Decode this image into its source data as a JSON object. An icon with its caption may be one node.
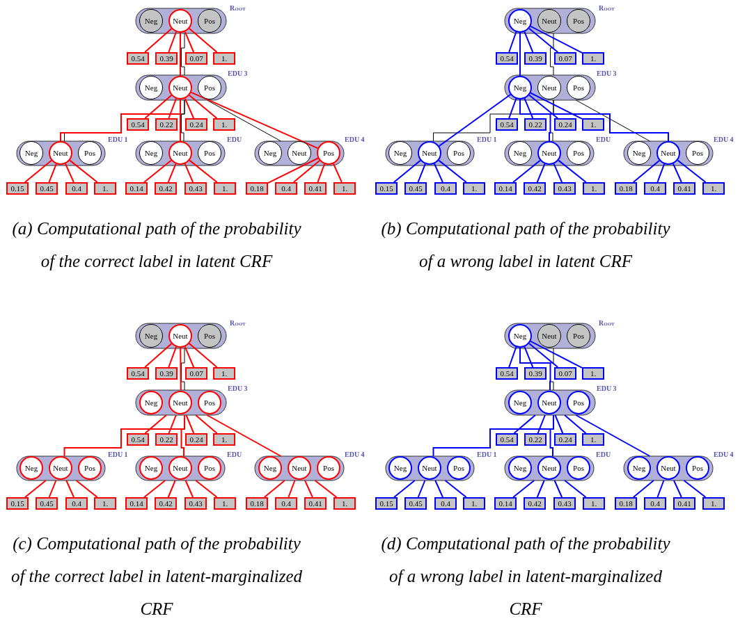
{
  "diagram": {
    "nodes": [
      {
        "text": [
          "Root"
        ]
      },
      {
        "text": [
          "Neg"
        ],
        "in": 0
      },
      {
        "text": [
          "Neut"
        ],
        "in": 0
      },
      {
        "text": [
          "Pos"
        ],
        "in": 0
      },
      {
        "text": [
          "0.54"
        ]
      },
      {
        "text": [
          "0.39"
        ]
      },
      {
        "text": [
          "0.07"
        ]
      },
      {
        "text": [
          "1."
        ]
      },
      {
        "text": [
          "EDU 3"
        ]
      },
      {
        "text": [
          "Neg"
        ],
        "in": 8
      },
      {
        "text": [
          "Neut"
        ],
        "in": 8
      },
      {
        "text": [
          "Pos"
        ],
        "in": 8
      },
      {
        "text": [
          "0.54"
        ]
      },
      {
        "text": [
          "0.22"
        ]
      },
      {
        "text": [
          "0.24"
        ]
      },
      {
        "text": [
          "1."
        ]
      },
      {
        "text": [
          "EDU 1"
        ]
      },
      {
        "text": [
          "Neg"
        ],
        "in": 16
      },
      {
        "text": [
          "Neut"
        ],
        "in": 16
      },
      {
        "text": [
          "Pos"
        ],
        "in": 16
      },
      {
        "text": [
          "EDU"
        ]
      },
      {
        "text": [
          "Neg"
        ],
        "in": 20
      },
      {
        "text": [
          "Neut"
        ],
        "in": 20
      },
      {
        "text": [
          "Pos"
        ],
        "in": 20
      },
      {
        "text": [
          "EDU 4"
        ]
      },
      {
        "text": [
          "Neg"
        ],
        "in": 24
      },
      {
        "text": [
          "Neut"
        ],
        "in": 24
      },
      {
        "text": [
          "Pos"
        ],
        "in": 24
      },
      {
        "text": [
          "0.15"
        ]
      },
      {
        "text": [
          "0.45"
        ]
      },
      {
        "text": [
          "0.4"
        ]
      },
      {
        "text": [
          "1."
        ]
      },
      {
        "text": [
          "0.14"
        ]
      },
      {
        "text": [
          "0.42"
        ]
      },
      {
        "text": [
          "0.43"
        ]
      },
      {
        "text": [
          "1."
        ]
      },
      {
        "text": [
          "0.18"
        ]
      },
      {
        "text": [
          "0.4"
        ]
      },
      {
        "text": [
          "0.41"
        ]
      },
      {
        "text": [
          "1."
        ]
      },
      {
        "text": [
          "Root"
        ]
      },
      {
        "text": [
          "Neg"
        ],
        "in": 40
      },
      {
        "text": [
          "Neut"
        ],
        "in": 40
      },
      {
        "text": [
          "Pos"
        ],
        "in": 40
      },
      {
        "text": [
          "0.54"
        ]
      },
      {
        "text": [
          "0.39"
        ]
      },
      {
        "text": [
          "0.07"
        ]
      },
      {
        "text": [
          "1."
        ]
      },
      {
        "text": [
          "EDU 3"
        ]
      },
      {
        "text": [
          "Neg"
        ],
        "in": 48
      },
      {
        "text": [
          "Neut"
        ],
        "in": 48
      },
      {
        "text": [
          "Pos"
        ],
        "in": 48
      },
      {
        "text": [
          "0.54"
        ]
      },
      {
        "text": [
          "0.22"
        ]
      },
      {
        "text": [
          "0.24"
        ]
      },
      {
        "text": [
          "1."
        ]
      },
      {
        "text": [
          "EDU 1"
        ]
      },
      {
        "text": [
          "Neg"
        ],
        "in": 56
      },
      {
        "text": [
          "Neut"
        ],
        "in": 56
      },
      {
        "text": [
          "Pos"
        ],
        "in": 56
      },
      {
        "text": [
          "EDU"
        ]
      },
      {
        "text": [
          "Neg"
        ],
        "in": 60
      },
      {
        "text": [
          "Neut"
        ],
        "in": 60
      },
      {
        "text": [
          "Pos"
        ],
        "in": 60
      },
      {
        "text": [
          "EDU 4"
        ]
      },
      {
        "text": [
          "Neg"
        ],
        "in": 64
      },
      {
        "text": [
          "Neut"
        ],
        "in": 64
      },
      {
        "text": [
          "Pos"
        ],
        "in": 64
      },
      {
        "text": [
          "0.15"
        ]
      },
      {
        "text": [
          "0.45"
        ]
      },
      {
        "text": [
          "0.4"
        ]
      },
      {
        "text": [
          "1."
        ]
      },
      {
        "text": [
          "0.14"
        ]
      },
      {
        "text": [
          "0.42"
        ]
      },
      {
        "text": [
          "0.43"
        ]
      },
      {
        "text": [
          "1."
        ]
      },
      {
        "text": [
          "0.18"
        ]
      },
      {
        "text": [
          "0.4"
        ]
      },
      {
        "text": [
          "0.41"
        ]
      },
      {
        "text": [
          "1."
        ]
      },
      {
        "text": [
          "Root"
        ]
      },
      {
        "text": [
          "Neg"
        ],
        "in": 80
      },
      {
        "text": [
          "Neut"
        ],
        "in": 80
      },
      {
        "text": [
          "Pos"
        ],
        "in": 80
      },
      {
        "text": [
          "0.54"
        ]
      },
      {
        "text": [
          "0.39"
        ]
      },
      {
        "text": [
          "0.07"
        ]
      },
      {
        "text": [
          "1."
        ]
      },
      {
        "text": [
          "EDU 3"
        ]
      },
      {
        "text": [
          "Neg"
        ],
        "in": 88
      },
      {
        "text": [
          "Neut"
        ],
        "in": 88
      },
      {
        "text": [
          "Pos"
        ],
        "in": 88
      },
      {
        "text": [
          "0.54"
        ]
      },
      {
        "text": [
          "0.22"
        ]
      },
      {
        "text": [
          "0.24"
        ]
      },
      {
        "text": [
          "1."
        ]
      },
      {
        "text": [
          "EDU 1"
        ]
      },
      {
        "text": [
          "Neg"
        ],
        "in": 96
      },
      {
        "text": [
          "Neut"
        ],
        "in": 96
      },
      {
        "text": [
          "Pos"
        ],
        "in": 96
      },
      {
        "text": [
          "EDU"
        ]
      },
      {
        "text": [
          "Neg"
        ],
        "in": 100
      },
      {
        "text": [
          "Neut"
        ],
        "in": 100
      },
      {
        "text": [
          "Pos"
        ],
        "in": 100
      },
      {
        "text": [
          "EDU 4"
        ]
      },
      {
        "text": [
          "Neg"
        ],
        "in": 104
      },
      {
        "text": [
          "Neut"
        ],
        "in": 104
      },
      {
        "text": [
          "Pos"
        ],
        "in": 104
      },
      {
        "text": [
          "0.15"
        ]
      },
      {
        "text": [
          "0.45"
        ]
      },
      {
        "text": [
          "0.4"
        ]
      },
      {
        "text": [
          "1."
        ]
      },
      {
        "text": [
          "0.14"
        ]
      },
      {
        "text": [
          "0.42"
        ]
      },
      {
        "text": [
          "0.43"
        ]
      },
      {
        "text": [
          "1."
        ]
      },
      {
        "text": [
          "0.18"
        ]
      },
      {
        "text": [
          "0.4"
        ]
      },
      {
        "text": [
          "0.41"
        ]
      },
      {
        "text": [
          "1."
        ]
      },
      {
        "text": [
          "Root"
        ]
      },
      {
        "text": [
          "Neg"
        ],
        "in": 120
      },
      {
        "text": [
          "Neut"
        ],
        "in": 120
      },
      {
        "text": [
          "Pos"
        ],
        "in": 120
      },
      {
        "text": [
          "0.54"
        ]
      },
      {
        "text": [
          "0.39"
        ]
      },
      {
        "text": [
          "0.07"
        ]
      },
      {
        "text": [
          "1."
        ]
      },
      {
        "text": [
          "EDU 3"
        ]
      },
      {
        "text": [
          "Neg"
        ],
        "in": 128
      },
      {
        "text": [
          "Neut"
        ],
        "in": 128
      },
      {
        "text": [
          "Pos"
        ],
        "in": 128
      },
      {
        "text": [
          "0.54"
        ]
      },
      {
        "text": [
          "0.22"
        ]
      },
      {
        "text": [
          "0.24"
        ]
      },
      {
        "text": [
          "1."
        ]
      },
      {
        "text": [
          "EDU 1"
        ]
      },
      {
        "text": [
          "Neg"
        ],
        "in": 136
      },
      {
        "text": [
          "Neut"
        ],
        "in": 136
      },
      {
        "text": [
          "Pos"
        ],
        "in": 136
      },
      {
        "text": [
          "EDU"
        ]
      },
      {
        "text": [
          "Neg"
        ],
        "in": 140
      },
      {
        "text": [
          "Neut"
        ],
        "in": 140
      },
      {
        "text": [
          "Pos"
        ],
        "in": 140
      },
      {
        "text": [
          "EDU 4"
        ]
      },
      {
        "text": [
          "Neg"
        ],
        "in": 144
      },
      {
        "text": [
          "Neut"
        ],
        "in": 144
      },
      {
        "text": [
          "Pos"
        ],
        "in": 144
      },
      {
        "text": [
          "0.15"
        ]
      },
      {
        "text": [
          "0.45"
        ]
      },
      {
        "text": [
          "0.4"
        ]
      },
      {
        "text": [
          "1."
        ]
      },
      {
        "text": [
          "0.14"
        ]
      },
      {
        "text": [
          "0.42"
        ]
      },
      {
        "text": [
          "0.43"
        ]
      },
      {
        "text": [
          "1."
        ]
      },
      {
        "text": [
          "0.18"
        ]
      },
      {
        "text": [
          "0.4"
        ]
      },
      {
        "text": [
          "0.41"
        ]
      },
      {
        "text": [
          "1."
        ]
      }
    ],
    "edges": [
      {
        "from": 0,
        "to": 8,
        "arrow": "none",
        "color": "#000000"
      },
      {
        "from": 8,
        "to": 16,
        "arrow": "none",
        "color": "#000000"
      },
      {
        "from": 8,
        "to": 20,
        "arrow": "none",
        "color": "#000000"
      },
      {
        "from": 8,
        "to": 24,
        "arrow": "none",
        "color": "#000000"
      },
      {
        "from": 2,
        "to": 10,
        "arrow": "none",
        "color": "#ff0000"
      },
      {
        "from": 10,
        "to": 18,
        "arrow": "none",
        "color": "#ff0000"
      },
      {
        "from": 10,
        "to": 22,
        "arrow": "none",
        "color": "#ff0000"
      },
      {
        "from": 10,
        "to": 27,
        "arrow": "none",
        "color": "#ff0000"
      },
      {
        "from": 2,
        "to": 4,
        "arrow": "none",
        "color": "#ff0000"
      },
      {
        "from": 2,
        "to": 5,
        "arrow": "none",
        "color": "#ff0000"
      },
      {
        "from": 2,
        "to": 6,
        "arrow": "none",
        "color": "#ff0000"
      },
      {
        "from": 2,
        "to": 7,
        "arrow": "none",
        "color": "#ff0000"
      },
      {
        "from": 10,
        "to": 12,
        "arrow": "none",
        "color": "#ff0000"
      },
      {
        "from": 10,
        "to": 13,
        "arrow": "none",
        "color": "#ff0000"
      },
      {
        "from": 10,
        "to": 14,
        "arrow": "none",
        "color": "#ff0000"
      },
      {
        "from": 10,
        "to": 15,
        "arrow": "none",
        "color": "#ff0000"
      },
      {
        "from": 18,
        "to": 28,
        "arrow": "none",
        "color": "#ff0000"
      },
      {
        "from": 18,
        "to": 29,
        "arrow": "none",
        "color": "#ff0000"
      },
      {
        "from": 18,
        "to": 30,
        "arrow": "none",
        "color": "#ff0000"
      },
      {
        "from": 18,
        "to": 31,
        "arrow": "none",
        "color": "#ff0000"
      },
      {
        "from": 22,
        "to": 32,
        "arrow": "none",
        "color": "#ff0000"
      },
      {
        "from": 22,
        "to": 33,
        "arrow": "none",
        "color": "#ff0000"
      },
      {
        "from": 22,
        "to": 34,
        "arrow": "none",
        "color": "#ff0000"
      },
      {
        "from": 22,
        "to": 35,
        "arrow": "none",
        "color": "#ff0000"
      },
      {
        "from": 27,
        "to": 36,
        "arrow": "none",
        "color": "#ff0000"
      },
      {
        "from": 27,
        "to": 37,
        "arrow": "none",
        "color": "#ff0000"
      },
      {
        "from": 27,
        "to": 38,
        "arrow": "none",
        "color": "#ff0000"
      },
      {
        "from": 27,
        "to": 39,
        "arrow": "none",
        "color": "#ff0000"
      },
      {
        "from": 40,
        "to": 48,
        "arrow": "none",
        "color": "#000000"
      },
      {
        "from": 48,
        "to": 56,
        "arrow": "none",
        "color": "#000000"
      },
      {
        "from": 48,
        "to": 60,
        "arrow": "none",
        "color": "#000000"
      },
      {
        "from": 48,
        "to": 64,
        "arrow": "none",
        "color": "#000000"
      },
      {
        "from": 41,
        "to": 49,
        "arrow": "none",
        "color": "#0000ff"
      },
      {
        "from": 49,
        "to": 58,
        "arrow": "none",
        "color": "#0000ff"
      },
      {
        "from": 49,
        "to": 62,
        "arrow": "none",
        "color": "#0000ff"
      },
      {
        "from": 49,
        "to": 66,
        "arrow": "none",
        "color": "#0000ff"
      },
      {
        "from": 41,
        "to": 44,
        "arrow": "none",
        "color": "#0000ff"
      },
      {
        "from": 41,
        "to": 45,
        "arrow": "none",
        "color": "#0000ff"
      },
      {
        "from": 41,
        "to": 46,
        "arrow": "none",
        "color": "#0000ff"
      },
      {
        "from": 41,
        "to": 47,
        "arrow": "none",
        "color": "#0000ff"
      },
      {
        "from": 49,
        "to": 52,
        "arrow": "none",
        "color": "#0000ff"
      },
      {
        "from": 49,
        "to": 53,
        "arrow": "none",
        "color": "#0000ff"
      },
      {
        "from": 49,
        "to": 54,
        "arrow": "none",
        "color": "#0000ff"
      },
      {
        "from": 49,
        "to": 55,
        "arrow": "none",
        "color": "#0000ff"
      },
      {
        "from": 58,
        "to": 68,
        "arrow": "none",
        "color": "#0000ff"
      },
      {
        "from": 58,
        "to": 69,
        "arrow": "none",
        "color": "#0000ff"
      },
      {
        "from": 58,
        "to": 70,
        "arrow": "none",
        "color": "#0000ff"
      },
      {
        "from": 58,
        "to": 71,
        "arrow": "none",
        "color": "#0000ff"
      },
      {
        "from": 62,
        "to": 72,
        "arrow": "none",
        "color": "#0000ff"
      },
      {
        "from": 62,
        "to": 73,
        "arrow": "none",
        "color": "#0000ff"
      },
      {
        "from": 62,
        "to": 74,
        "arrow": "none",
        "color": "#0000ff"
      },
      {
        "from": 62,
        "to": 75,
        "arrow": "none",
        "color": "#0000ff"
      },
      {
        "from": 66,
        "to": 76,
        "arrow": "none",
        "color": "#0000ff"
      },
      {
        "from": 66,
        "to": 77,
        "arrow": "none",
        "color": "#0000ff"
      },
      {
        "from": 66,
        "to": 78,
        "arrow": "none",
        "color": "#0000ff"
      },
      {
        "from": 66,
        "to": 79,
        "arrow": "none",
        "color": "#0000ff"
      },
      {
        "from": 80,
        "to": 88,
        "arrow": "none",
        "color": "#000000"
      },
      {
        "from": 82,
        "to": 88,
        "arrow": "none",
        "color": "#ff0000"
      },
      {
        "from": 88,
        "to": 96,
        "arrow": "none",
        "color": "#ff0000"
      },
      {
        "from": 88,
        "to": 100,
        "arrow": "none",
        "color": "#ff0000"
      },
      {
        "from": 88,
        "to": 104,
        "arrow": "none",
        "color": "#ff0000"
      },
      {
        "from": 82,
        "to": 84,
        "arrow": "none",
        "color": "#ff0000"
      },
      {
        "from": 82,
        "to": 85,
        "arrow": "none",
        "color": "#ff0000"
      },
      {
        "from": 82,
        "to": 86,
        "arrow": "none",
        "color": "#ff0000"
      },
      {
        "from": 82,
        "to": 87,
        "arrow": "none",
        "color": "#ff0000"
      },
      {
        "from": 88,
        "to": 92,
        "arrow": "none",
        "color": "#ff0000"
      },
      {
        "from": 88,
        "to": 93,
        "arrow": "none",
        "color": "#ff0000"
      },
      {
        "from": 88,
        "to": 94,
        "arrow": "none",
        "color": "#ff0000"
      },
      {
        "from": 88,
        "to": 95,
        "arrow": "none",
        "color": "#ff0000"
      },
      {
        "from": 96,
        "to": 108,
        "arrow": "none",
        "color": "#ff0000"
      },
      {
        "from": 96,
        "to": 109,
        "arrow": "none",
        "color": "#ff0000"
      },
      {
        "from": 96,
        "to": 110,
        "arrow": "none",
        "color": "#ff0000"
      },
      {
        "from": 96,
        "to": 111,
        "arrow": "none",
        "color": "#ff0000"
      },
      {
        "from": 100,
        "to": 112,
        "arrow": "none",
        "color": "#ff0000"
      },
      {
        "from": 100,
        "to": 113,
        "arrow": "none",
        "color": "#ff0000"
      },
      {
        "from": 100,
        "to": 114,
        "arrow": "none",
        "color": "#ff0000"
      },
      {
        "from": 100,
        "to": 115,
        "arrow": "none",
        "color": "#ff0000"
      },
      {
        "from": 104,
        "to": 116,
        "arrow": "none",
        "color": "#ff0000"
      },
      {
        "from": 104,
        "to": 117,
        "arrow": "none",
        "color": "#ff0000"
      },
      {
        "from": 104,
        "to": 118,
        "arrow": "none",
        "color": "#ff0000"
      },
      {
        "from": 104,
        "to": 119,
        "arrow": "none",
        "color": "#ff0000"
      },
      {
        "from": 120,
        "to": 128,
        "arrow": "none",
        "color": "#000000"
      },
      {
        "from": 121,
        "to": 128,
        "arrow": "none",
        "color": "#0000ff"
      },
      {
        "from": 128,
        "to": 136,
        "arrow": "none",
        "color": "#0000ff"
      },
      {
        "from": 128,
        "to": 140,
        "arrow": "none",
        "color": "#0000ff"
      },
      {
        "from": 128,
        "to": 144,
        "arrow": "none",
        "color": "#0000ff"
      },
      {
        "from": 121,
        "to": 124,
        "arrow": "none",
        "color": "#0000ff"
      },
      {
        "from": 121,
        "to": 125,
        "arrow": "none",
        "color": "#0000ff"
      },
      {
        "from": 121,
        "to": 126,
        "arrow": "none",
        "color": "#0000ff"
      },
      {
        "from": 121,
        "to": 127,
        "arrow": "none",
        "color": "#0000ff"
      },
      {
        "from": 128,
        "to": 132,
        "arrow": "none",
        "color": "#0000ff"
      },
      {
        "from": 128,
        "to": 133,
        "arrow": "none",
        "color": "#0000ff"
      },
      {
        "from": 128,
        "to": 134,
        "arrow": "none",
        "color": "#0000ff"
      },
      {
        "from": 128,
        "to": 135,
        "arrow": "none",
        "color": "#0000ff"
      },
      {
        "from": 136,
        "to": 148,
        "arrow": "none",
        "color": "#0000ff"
      },
      {
        "from": 136,
        "to": 149,
        "arrow": "none",
        "color": "#0000ff"
      },
      {
        "from": 136,
        "to": 150,
        "arrow": "none",
        "color": "#0000ff"
      },
      {
        "from": 136,
        "to": 151,
        "arrow": "none",
        "color": "#0000ff"
      },
      {
        "from": 140,
        "to": 152,
        "arrow": "none",
        "color": "#0000ff"
      },
      {
        "from": 140,
        "to": 153,
        "arrow": "none",
        "color": "#0000ff"
      },
      {
        "from": 140,
        "to": 154,
        "arrow": "none",
        "color": "#0000ff"
      },
      {
        "from": 140,
        "to": 155,
        "arrow": "none",
        "color": "#0000ff"
      },
      {
        "from": 144,
        "to": 156,
        "arrow": "none",
        "color": "#0000ff"
      },
      {
        "from": 144,
        "to": 157,
        "arrow": "none",
        "color": "#0000ff"
      },
      {
        "from": 144,
        "to": 158,
        "arrow": "none",
        "color": "#0000ff"
      },
      {
        "from": 144,
        "to": 159,
        "arrow": "none",
        "color": "#0000ff"
      }
    ],
    "labels": [
      "(a) Computational path of the probability of the correct label in latent CRF",
      "(b) Computational path of the probability of a wrong label in latent CRF",
      "(c) Computational path of the probability of the correct label in latent-marginalized CRF",
      "(d) Computational path of the probability of a wrong label in latent-marginalized CRF"
    ]
  }
}
